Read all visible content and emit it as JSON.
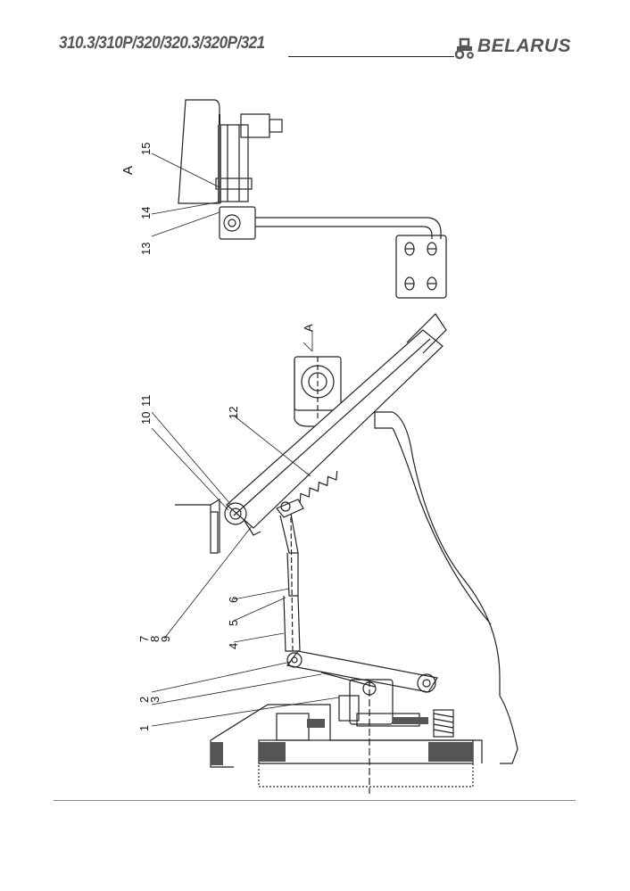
{
  "header": {
    "model_title": "310.3/310P/320/320.3/320P/321",
    "brand_name": "BELARUS",
    "brand_icon": "tractor-icon"
  },
  "drawing": {
    "view_label": "A",
    "view_arrow_label": "A",
    "callouts": [
      "1",
      "2",
      "3",
      "4",
      "5",
      "6",
      "7",
      "8",
      "9",
      "10",
      "11",
      "12",
      "13",
      "14",
      "15"
    ]
  },
  "colors": {
    "line": "#222222",
    "hatch": "#555555",
    "header_text": "#555555"
  }
}
